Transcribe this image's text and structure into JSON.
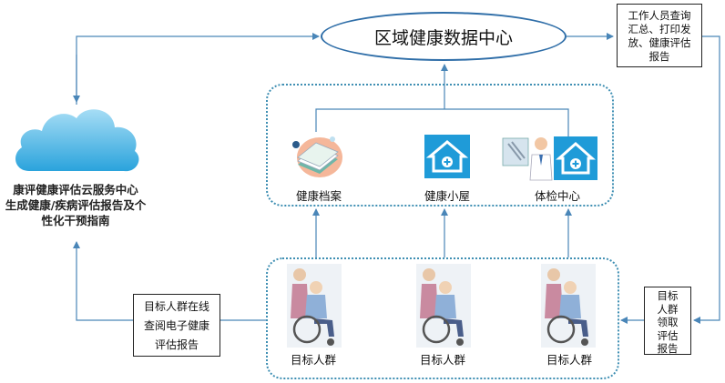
{
  "center": {
    "title": "区域健康数据中心"
  },
  "top_right_box": {
    "text": "工作人员查询汇总、打印发放、健康评估报告"
  },
  "cloud": {
    "title": "康评健康评估云服务中心",
    "line2": "生成健康/疾病评估报告及个",
    "line3": "性化干预指南"
  },
  "services": [
    {
      "label": "健康档案",
      "icon": "health-record-icon"
    },
    {
      "label": "健康小屋",
      "icon": "health-hut-icon"
    },
    {
      "label": "体检中心",
      "icon": "checkup-center-icon"
    }
  ],
  "targets": [
    {
      "label": "目标人群",
      "icon": "elderly-wheelchair-icon"
    },
    {
      "label": "目标人群",
      "icon": "elderly-wheelchair-icon"
    },
    {
      "label": "目标人群",
      "icon": "elderly-wheelchair-icon"
    }
  ],
  "bottom_right_box": {
    "text": "目标人群领取评估报告"
  },
  "bottom_left_box": {
    "text": "目标人群在线查阅电子健康评估报告"
  },
  "colors": {
    "line": "#4a86b8",
    "group_border": "#3f8fb3",
    "icon_blue": "#1f9bd8"
  }
}
